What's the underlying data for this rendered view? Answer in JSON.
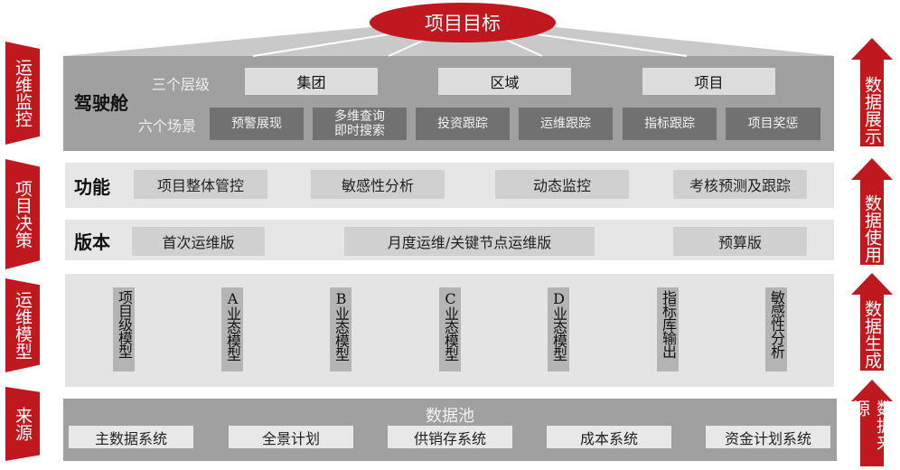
{
  "goal": "项目目标",
  "left_labels": [
    "运维监控",
    "项目决策",
    "运维模型",
    "来源"
  ],
  "right_labels": [
    "数据展示",
    "数据使用",
    "数据生成",
    "数据来源"
  ],
  "cockpit": {
    "title": "驾驶舱",
    "levels_label": "三个层级",
    "levels": [
      "集团",
      "区域",
      "项目"
    ],
    "scenes_label": "六个场景",
    "scenes": [
      "预警展现",
      "多维查询即时搜索",
      "投资跟踪",
      "运维跟踪",
      "指标跟踪",
      "项目奖惩"
    ]
  },
  "functions": {
    "title": "功能",
    "items": [
      "项目整体管控",
      "敏感性分析",
      "动态监控",
      "考核预测及跟踪"
    ]
  },
  "versions": {
    "title": "版本",
    "items": [
      "首次运维版",
      "月度运维/关键节点运维版",
      "预算版"
    ]
  },
  "models": [
    "项目级模型",
    "A业态模型",
    "B业态模型",
    "C业态模型",
    "D业态模型",
    "指标库输出",
    "敏感性分析"
  ],
  "data_pool": {
    "title": "数据池",
    "items": [
      "主数据系统",
      "全景计划",
      "供销存系统",
      "成本系统",
      "资金计划系统"
    ]
  },
  "colors": {
    "red": "#c0181f",
    "dark_gray": "#a0a0a0",
    "light_gray": "#e6e6e6"
  }
}
